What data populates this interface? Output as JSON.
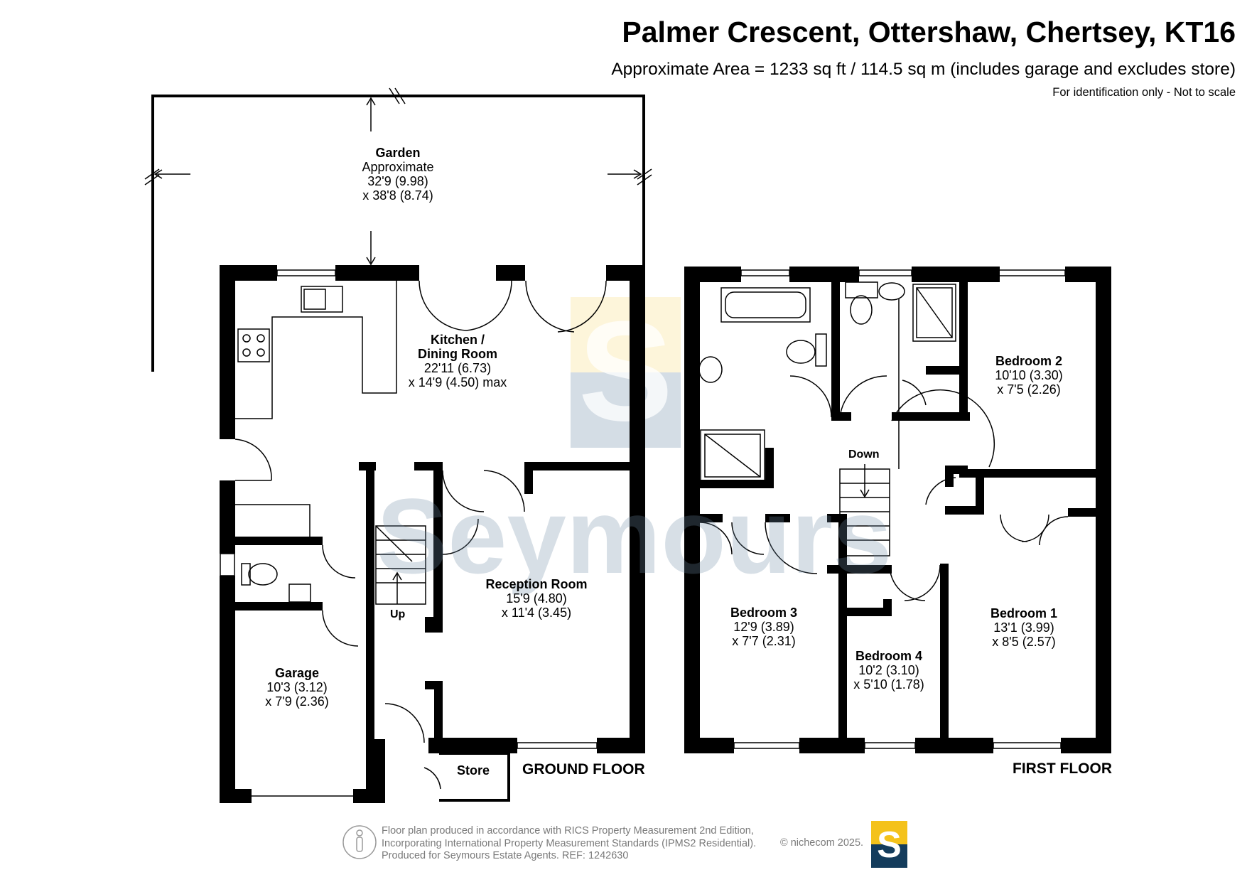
{
  "header": {
    "title": "Palmer Crescent, Ottershaw, Chertsey, KT16",
    "area": "Approximate Area = 1233 sq ft / 114.5 sq m (includes garage and excludes store)",
    "note": "For identification only - Not to scale"
  },
  "ground_floor": {
    "label": "GROUND FLOOR",
    "garden": {
      "name": "Garden",
      "l1": "Approximate",
      "l2": "32'9 (9.98)",
      "l3": "x 38'8 (8.74)"
    },
    "kitchen": {
      "name1": "Kitchen /",
      "name2": "Dining Room",
      "l1": "22'11 (6.73)",
      "l2": "x 14'9 (4.50) max"
    },
    "reception": {
      "name": "Reception Room",
      "l1": "15'9 (4.80)",
      "l2": "x 11'4 (3.45)"
    },
    "garage": {
      "name": "Garage",
      "l1": "10'3 (3.12)",
      "l2": "x 7'9 (2.36)"
    },
    "store": "Store",
    "stairs": "Up"
  },
  "first_floor": {
    "label": "FIRST FLOOR",
    "bedroom1": {
      "name": "Bedroom 1",
      "l1": "13'1 (3.99)",
      "l2": "x 8'5 (2.57)"
    },
    "bedroom2": {
      "name": "Bedroom 2",
      "l1": "10'10 (3.30)",
      "l2": "x 7'5 (2.26)"
    },
    "bedroom3": {
      "name": "Bedroom 3",
      "l1": "12'9 (3.89)",
      "l2": "x 7'7 (2.31)"
    },
    "bedroom4": {
      "name": "Bedroom 4",
      "l1": "10'2 (3.10)",
      "l2": "x 5'10 (1.78)"
    },
    "stairs": "Down"
  },
  "watermark": {
    "text": "Seymours",
    "letter": "S"
  },
  "footer": {
    "line1": "Floor plan produced in accordance with RICS Property Measurement 2nd Edition,",
    "line2": "Incorporating International Property Measurement Standards (IPMS2 Residential).",
    "line3": "Produced for Seymours Estate Agents.   REF: 1242630",
    "copyright": "© nichecom 2025.",
    "logo_letter": "S"
  },
  "colors": {
    "wall": "#000000",
    "logo_yellow": "#f4c21b",
    "logo_blue": "#143c5c"
  }
}
